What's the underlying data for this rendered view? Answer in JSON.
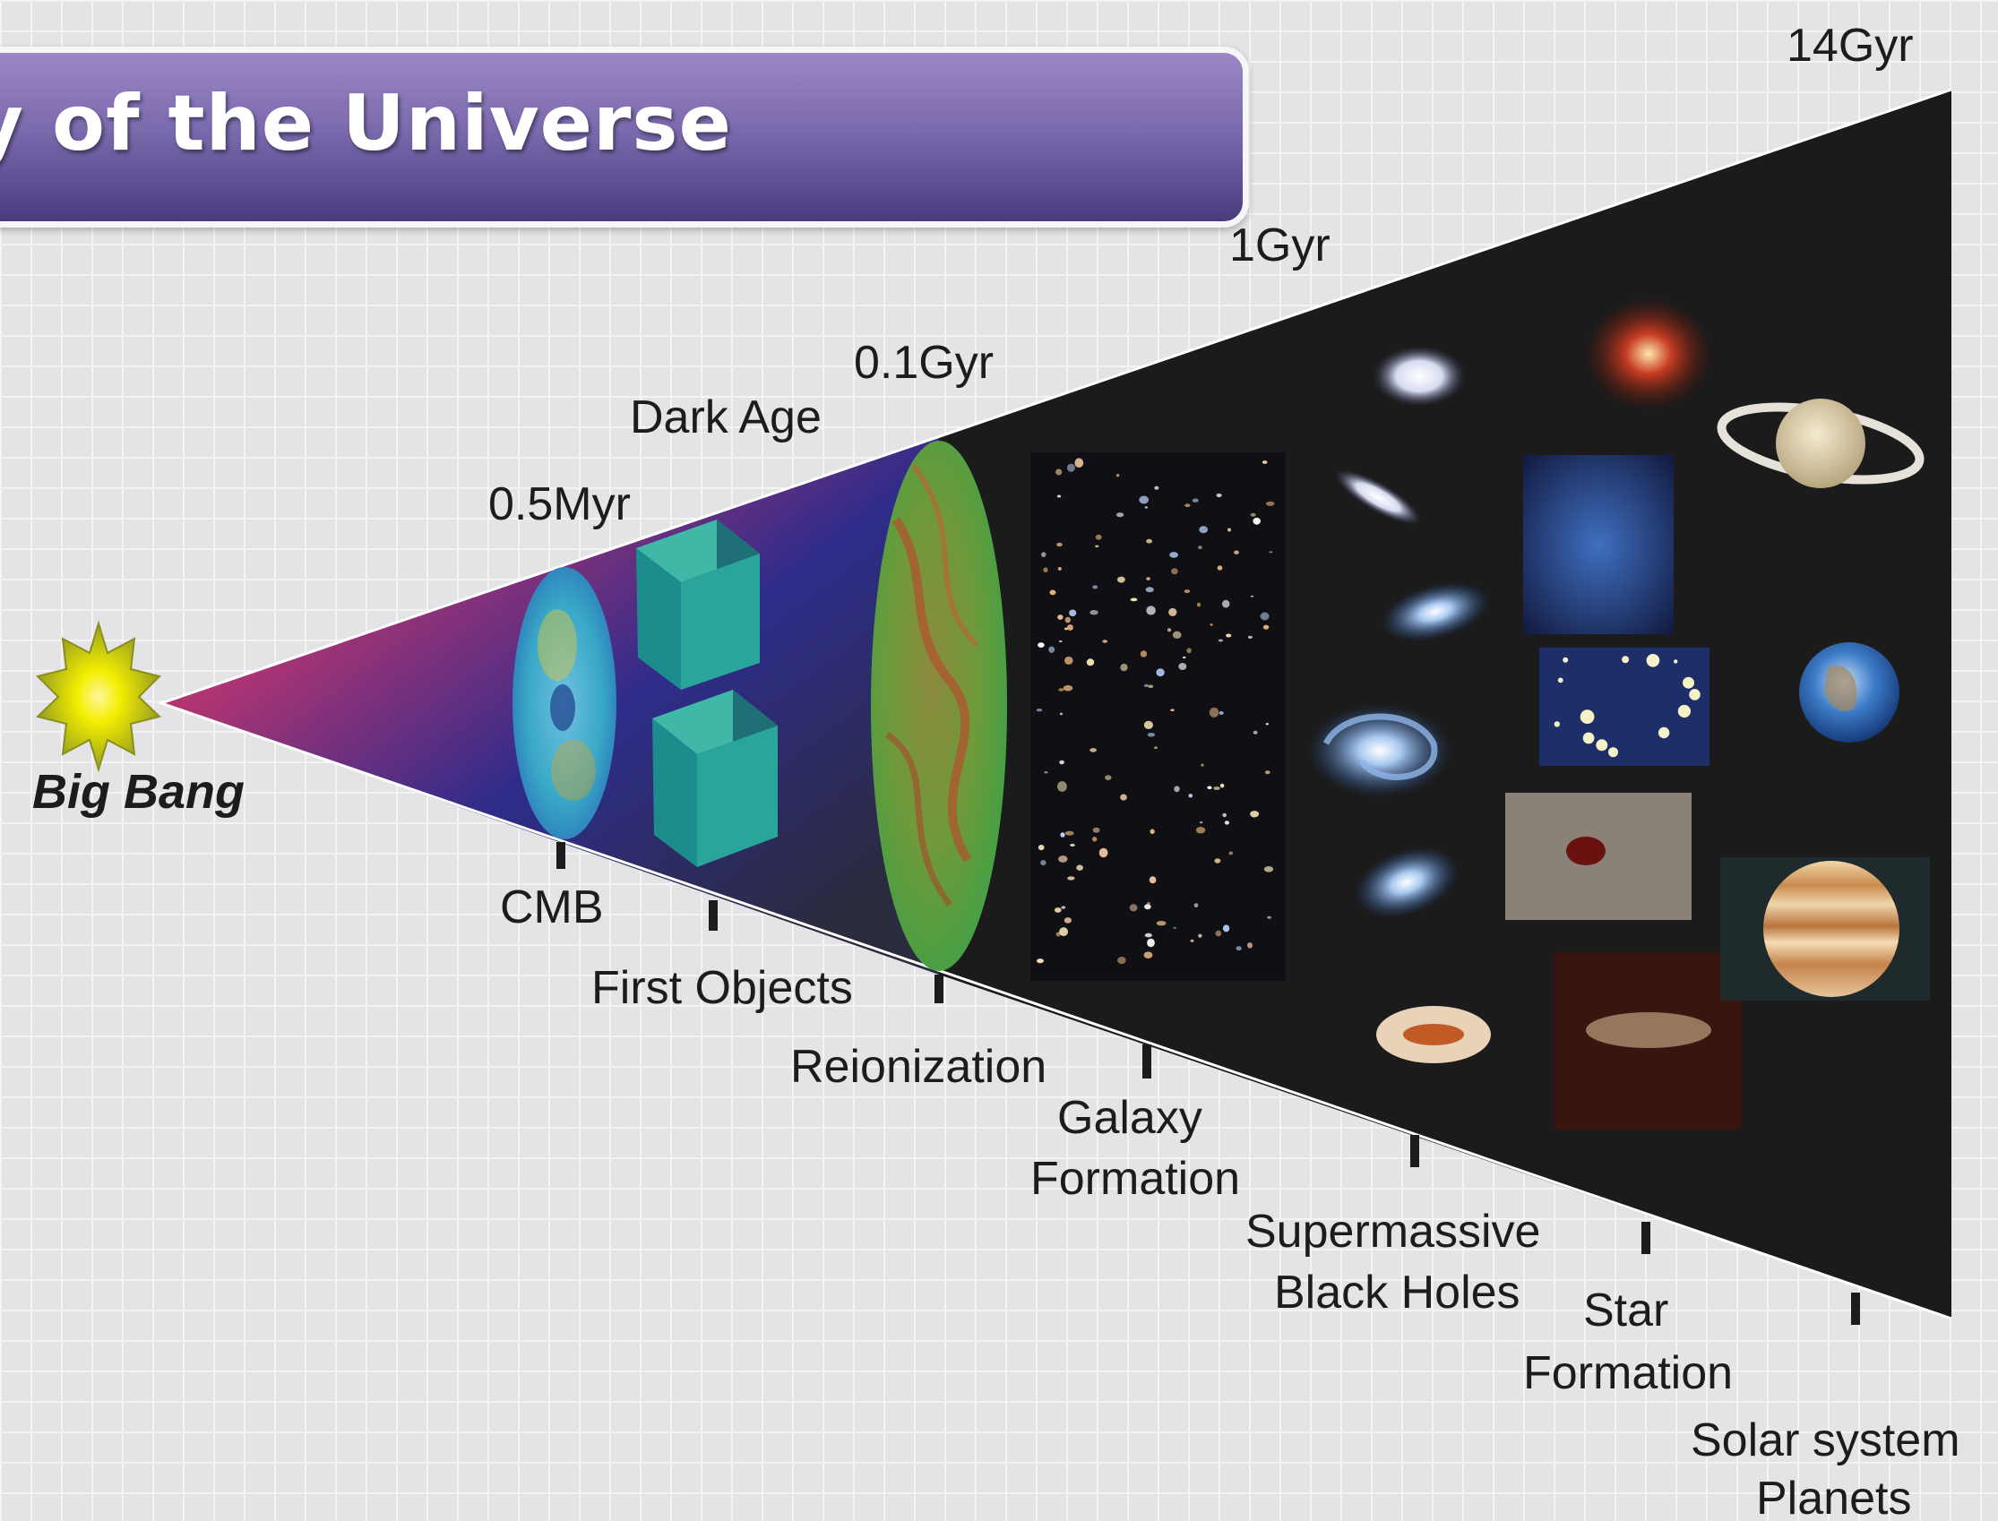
{
  "title": "y of the Universe",
  "origin_label": "Big Bang",
  "time_labels": [
    "0.5Myr",
    "0.1Gyr",
    "1Gyr",
    "14Gyr"
  ],
  "era_label": "Dark Age",
  "stage_labels": [
    "CMB",
    "First Objects",
    "Reionization",
    "Galaxy",
    "Formation",
    "Supermassive",
    "Black Holes",
    "Star",
    "Formation",
    "Solar system",
    "Planets"
  ],
  "colors": {
    "banner": "#7c6aae",
    "cone_red": "#e23c2c",
    "cone_magenta": "#c2356f",
    "cone_blue": "#2e2c8a",
    "dark_cone": "#1b1b1b",
    "sun": "#f2f000"
  }
}
